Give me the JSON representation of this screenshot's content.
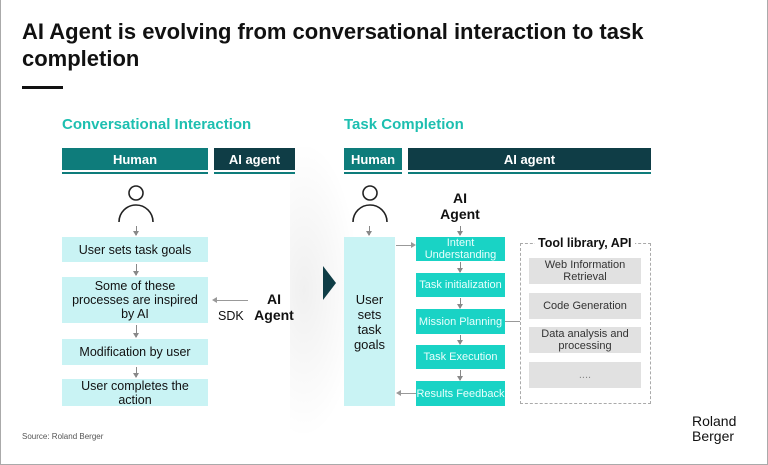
{
  "title": "AI Agent is evolving from conversational interaction to task completion",
  "left": {
    "heading": "Conversational Interaction",
    "human": "Human",
    "agent": "AI agent",
    "steps": [
      "User sets task goals",
      "Some of these processes are inspired by AI",
      "Modification by user",
      "User completes the action"
    ],
    "sdk": "SDK",
    "ai_agent": "AI Agent"
  },
  "right": {
    "heading": "Task Completion",
    "human": "Human",
    "agent": "AI agent",
    "user_box": "User sets task goals",
    "ai_agent": "AI Agent",
    "steps": [
      "Intent Understanding",
      "Task initialization",
      "Mission Planning",
      "Task Execution",
      "Results Feedback"
    ],
    "tool_title": "Tool library, API",
    "tools": [
      "Web Information Retrieval",
      "Code Generation",
      "Data analysis and processing",
      "...."
    ]
  },
  "source": "Source: Roland Berger",
  "logo": "Roland Berger"
}
